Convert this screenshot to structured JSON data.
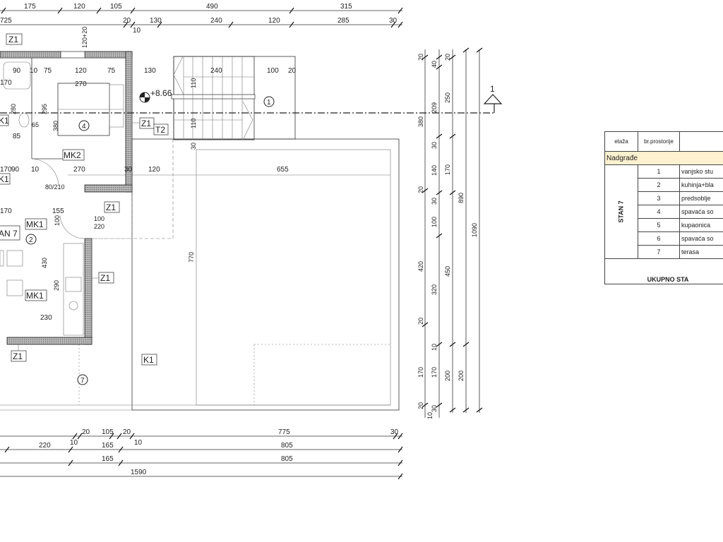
{
  "dims_top": [
    "175",
    "120",
    "105",
    "490",
    "315",
    "725",
    "20",
    "10",
    "130",
    "240",
    "120",
    "285",
    "30"
  ],
  "dims_bottom": [
    "20",
    "105",
    "20",
    "775",
    "30",
    "220",
    "10",
    "165",
    "10",
    "805",
    "165",
    "805",
    "1590"
  ],
  "dims_right": [
    "20",
    "380",
    "20",
    "420",
    "20",
    "170",
    "20",
    "40",
    "209",
    "30",
    "140",
    "30",
    "100",
    "320",
    "10",
    "170",
    "30",
    "10",
    "20",
    "250",
    "170",
    "450",
    "200",
    "890",
    "200",
    "1090"
  ],
  "dims_inner": [
    "90",
    "10",
    "75",
    "120",
    "75",
    "130",
    "240",
    "100",
    "20",
    "170",
    "270",
    "280",
    "295",
    "380",
    "65",
    "170",
    "90",
    "10",
    "270",
    "30",
    "120",
    "655",
    "80/210",
    "155",
    "100",
    "220",
    "430",
    "290",
    "230",
    "770",
    "110",
    "110",
    "30",
    "120+20",
    "170",
    "85",
    "100"
  ],
  "tags": [
    "Z1",
    "K1",
    "Z1",
    "T2",
    "Z1",
    "Z1",
    "Z1",
    "K1",
    "MK2",
    "MK1",
    "MK1",
    "K1",
    "AN 7"
  ],
  "rooms": [
    "1",
    "4",
    "2",
    "7"
  ],
  "level": "+8.66",
  "section": "1",
  "table": {
    "col_etaza": "etaža",
    "col_br": "br.prostorije",
    "section": "Nadgrađe",
    "unit": "STAN 7",
    "rows": [
      {
        "n": "1",
        "name": "vanjsko stu"
      },
      {
        "n": "2",
        "name": "kuhinja+bla"
      },
      {
        "n": "3",
        "name": "predsoblje"
      },
      {
        "n": "4",
        "name": "spavaća so"
      },
      {
        "n": "5",
        "name": "kupaonica"
      },
      {
        "n": "6",
        "name": "spavaća so"
      },
      {
        "n": "7",
        "name": "terasa"
      }
    ],
    "total": "UKUPNO STA"
  }
}
